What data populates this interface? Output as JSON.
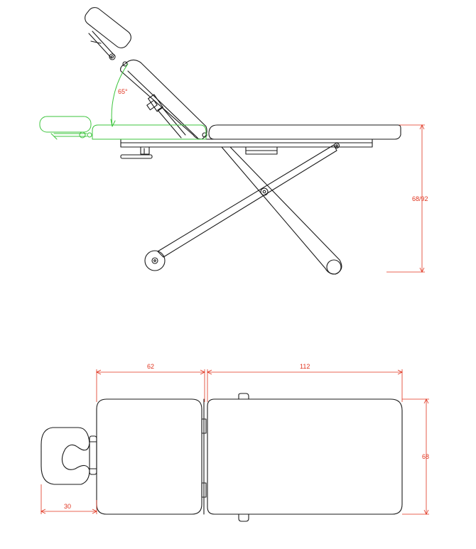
{
  "colors": {
    "outline": "#1a1a1a",
    "dimension": "#e0331e",
    "alternate_position": "#3cc43c"
  },
  "side_view": {
    "angle_label": "65°",
    "height_label": "68/92"
  },
  "top_view": {
    "backrest_length_label": "62",
    "main_length_label": "112",
    "width_label": "68",
    "headrest_label": "30"
  }
}
